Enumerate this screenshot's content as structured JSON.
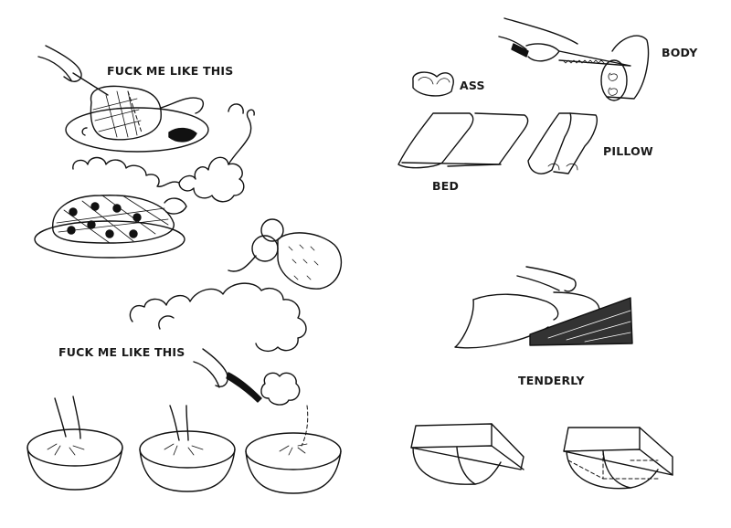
{
  "labels": {
    "caption_top_left": "FUCK ME LIKE THIS",
    "caption_bottom_left": "FUCK ME LIKE THIS",
    "body": "BODY",
    "ass": "ASS",
    "pillow": "PILLOW",
    "bed": "BED",
    "tenderly": "TENDERLY"
  },
  "colors": {
    "ink": "#111111",
    "paper": "#ffffff"
  }
}
